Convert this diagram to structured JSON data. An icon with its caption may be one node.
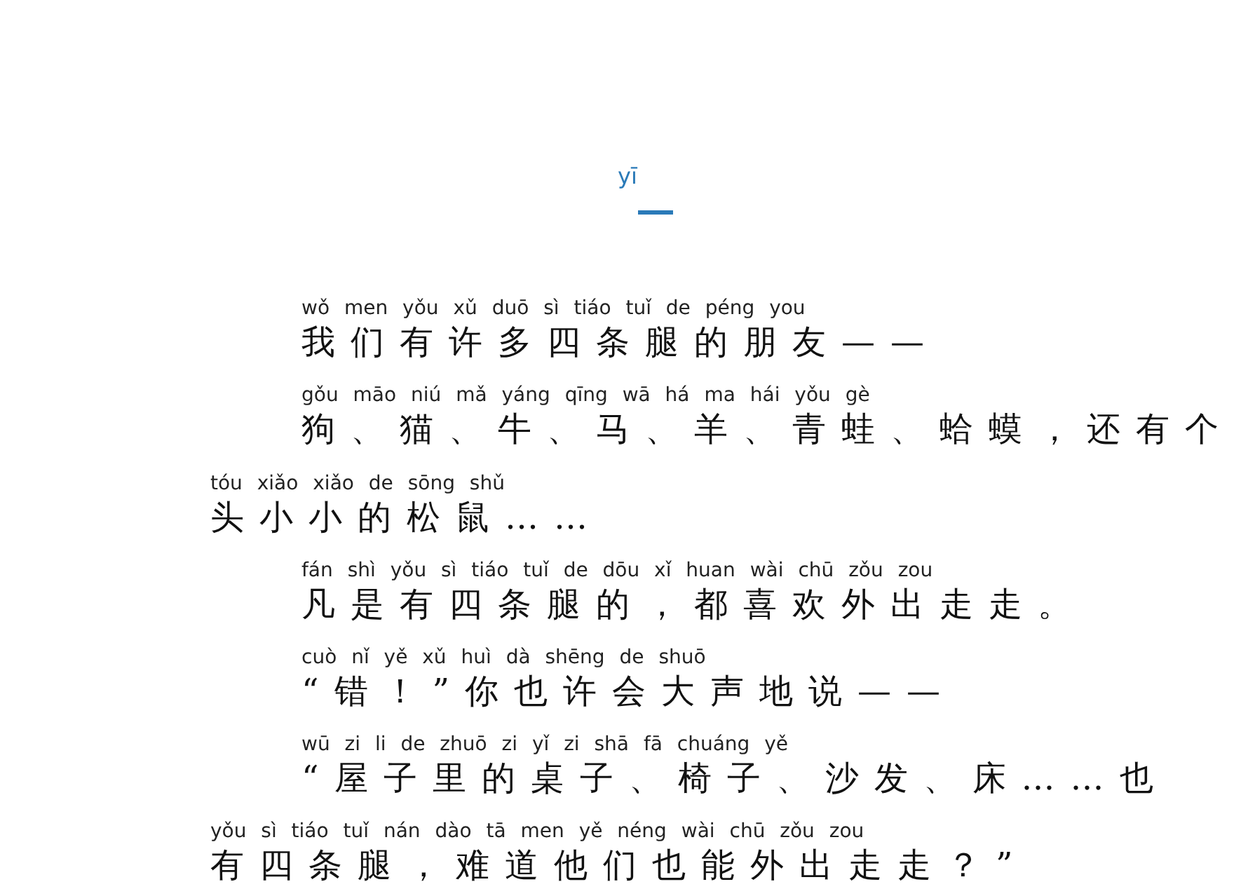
{
  "diagram": {
    "title": "yī",
    "labels": [
      "wǒ men yǒu xǔ duō sì tiáo tuǐ de péng you",
      "我们有许多四条腿的朋友——",
      "gǒu māo niú mǎ yáng qīng wā há ma hái yǒu gè",
      "狗、猫、牛、马、羊、青蛙、蛤蟆，还有个",
      "tóu xiǎo xiǎo de sōng shǔ",
      "头小小的松鼠……",
      "fán shì yǒu sì tiáo tuǐ de dōu xǐ huan wài chū zǒu zou",
      "凡是有四条腿的，都喜欢外出走走。",
      "cuò nǐ yě xǔ huì dà shēng de shuō",
      "“错！”你也许会大声地说——",
      "wū zi li de zhuō zi yǐ zi shā fā chuáng yě",
      "“屋子里的桌子、椅子、沙发、床……也",
      "yǒu sì tiáo tuǐ nán dào tā men yě néng wài chū zǒu zou",
      "有四条腿，难道他们也能外出走走？”"
    ]
  }
}
